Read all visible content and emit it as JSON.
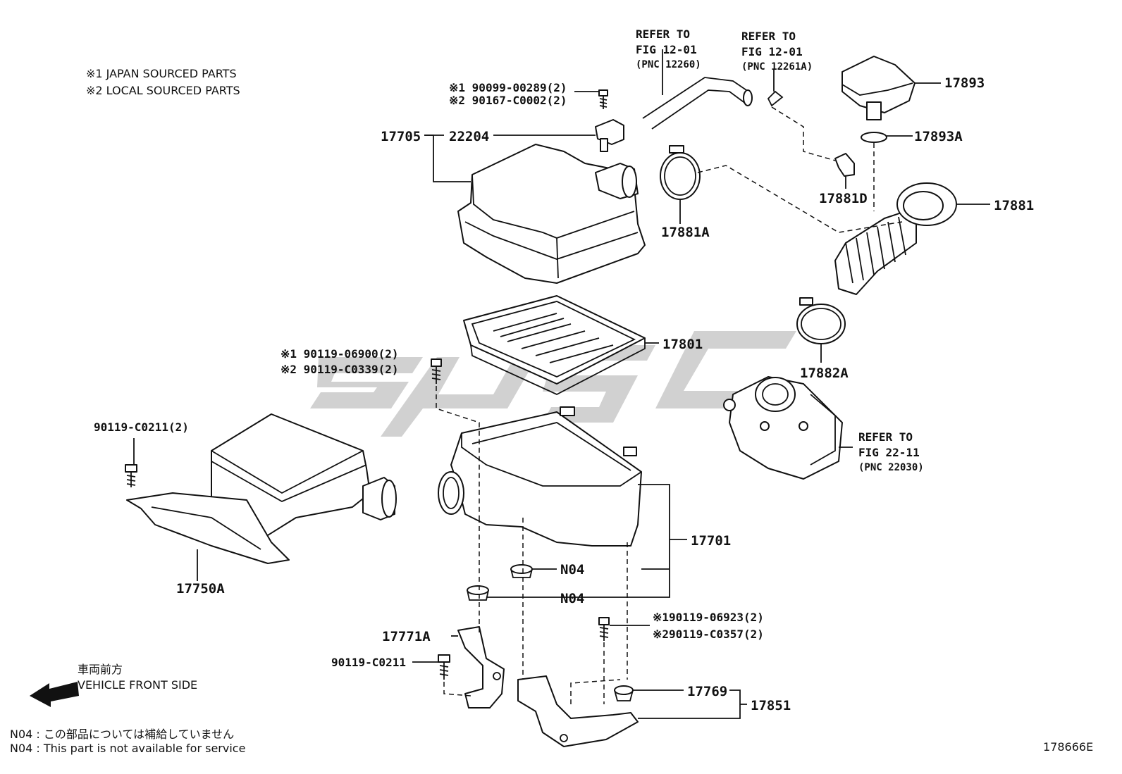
{
  "notes": {
    "japan": "※1 JAPAN SOURCED PARTS",
    "local": "※2 LOCAL SOURCED PARTS",
    "n04_jp": "N04 : この部品については補給していません",
    "n04_en": "N04 : This part is not available for service",
    "front_jp": "車両前方",
    "front_en": "VEHICLE FRONT SIDE",
    "fig_id": "178666E"
  },
  "refs": {
    "a": {
      "l1": "REFER TO",
      "l2": "FIG 12-01",
      "l3": "(PNC 12260)"
    },
    "b": {
      "l1": "REFER TO",
      "l2": "FIG 12-01",
      "l3": "(PNC 12261A)"
    },
    "c": {
      "l1": "REFER TO",
      "l2": "FIG 22-11",
      "l3": "(PNC 22030)"
    }
  },
  "labels": {
    "p17705": "17705",
    "p22204": "22204",
    "bolt_top_1": "※1 90099-00289(2)",
    "bolt_top_2": "※2 90167-C0002(2)",
    "p17893": "17893",
    "p17893A": "17893A",
    "p17881D": "17881D",
    "p17881": "17881",
    "p17881A": "17881A",
    "p17801": "17801",
    "p17882A": "17882A",
    "bolt_mid_1": "※1 90119-06900(2)",
    "bolt_mid_2": "※2 90119-C0339(2)",
    "p90119C0211_2": "90119-C0211(2)",
    "p17750A": "17750A",
    "p17701": "17701",
    "n04a": "N04",
    "n04b": "N04",
    "bolt_low_1": "※190119-06923(2)",
    "bolt_low_2": "※290119-C0357(2)",
    "p17771A": "17771A",
    "p90119C0211": "90119-C0211",
    "p17769": "17769",
    "p17851": "17851"
  },
  "icons": [
    "arrow-left-icon",
    "watermark-logo"
  ]
}
